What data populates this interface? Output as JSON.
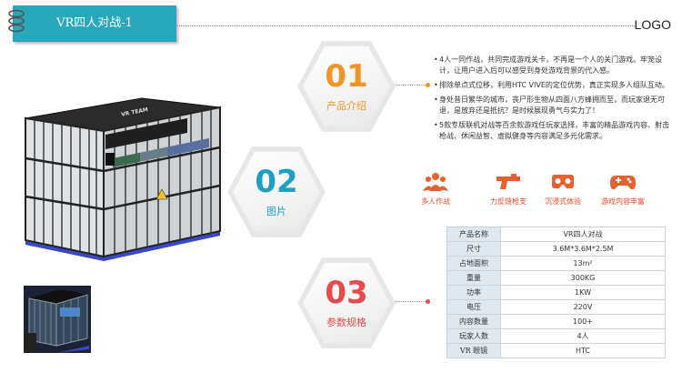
{
  "header": {
    "title": "VR四人对战-1",
    "logo": "LOGO"
  },
  "product_image": {
    "sign_text": "VR TEAM"
  },
  "hexagons": [
    {
      "number": "01",
      "label": "产品介绍",
      "color": "#f29426"
    },
    {
      "number": "02",
      "label": "图片",
      "color": "#1e9fc7"
    },
    {
      "number": "03",
      "label": "参数规格",
      "color": "#e84a4a"
    }
  ],
  "description": [
    "4人一同作战，共同完成游戏关卡，不再是一个人的关门游戏。牢笼设计，让用户进入后可以感受到身处游戏背景的代入感。",
    "排除单点式位移，利用HTC VIVE的定位优势，真正实现多人组队互动。",
    "身处昔日繁华的城市，丧尸形生物从四面八方蜂拥而至，而玩家退无可退，是放弃还是抵抗？是时候展现勇气与实力了！",
    "5款专版联机对战等百余款游戏任玩家选择，丰富的精品游戏内容、射击枪战、休闲益智、虚拟健身等内容满足多元化需求。"
  ],
  "features": [
    {
      "label": "多人作战",
      "icon": "team-icon"
    },
    {
      "label": "力反馈枪支",
      "icon": "gun-icon"
    },
    {
      "label": "沉浸式体验",
      "icon": "vr-headset-icon"
    },
    {
      "label": "游戏内容丰富",
      "icon": "gamepad-icon"
    }
  ],
  "specs": [
    {
      "key": "产品名称",
      "value": "VR四人对战"
    },
    {
      "key": "尺寸",
      "value": "3.6M*3.6M*2.5M"
    },
    {
      "key": "占地面积",
      "value": "13m²"
    },
    {
      "key": "重量",
      "value": "300KG"
    },
    {
      "key": "功率",
      "value": "1KW"
    },
    {
      "key": "电压",
      "value": "220V"
    },
    {
      "key": "内容数量",
      "value": "100+"
    },
    {
      "key": "玩家人数",
      "value": "4人"
    },
    {
      "key": "VR 眼镜",
      "value": "HTC"
    }
  ],
  "colors": {
    "banner": "#2aa8bb",
    "accent_orange": "#f29426",
    "accent_teal": "#1e9fc7",
    "accent_red": "#e84a4a",
    "spec_key_bg": "#dfe7ef"
  }
}
